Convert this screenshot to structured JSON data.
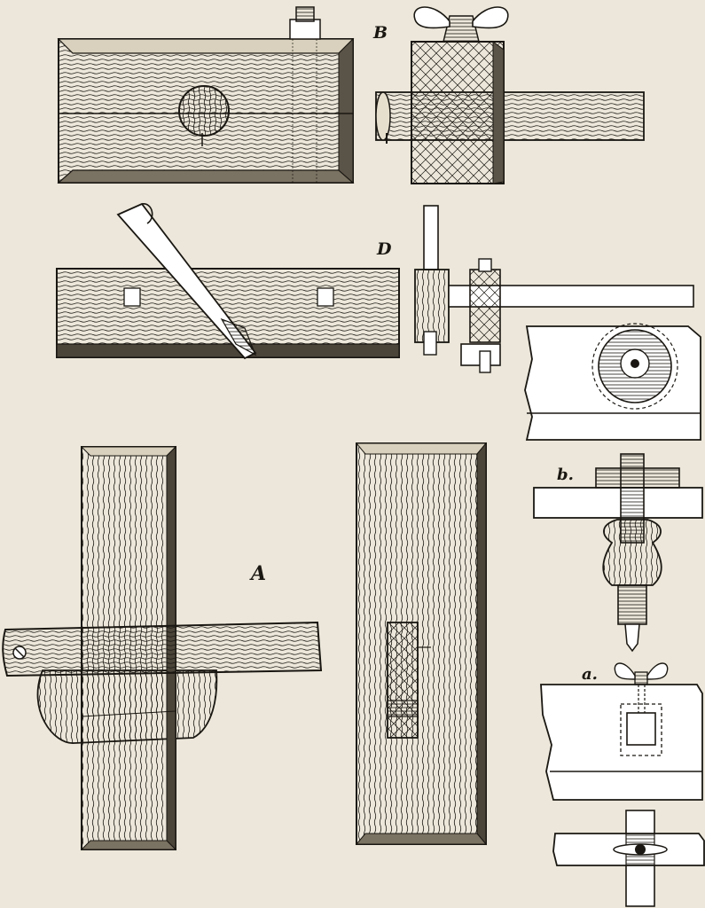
{
  "figure_labels": {
    "A": "A",
    "B": "B",
    "D": "D",
    "a": "a.",
    "b": "b."
  },
  "colors": {
    "paper": "#ece7da",
    "ink": "#1a1712",
    "wood_fill": "#e6dfcd"
  }
}
